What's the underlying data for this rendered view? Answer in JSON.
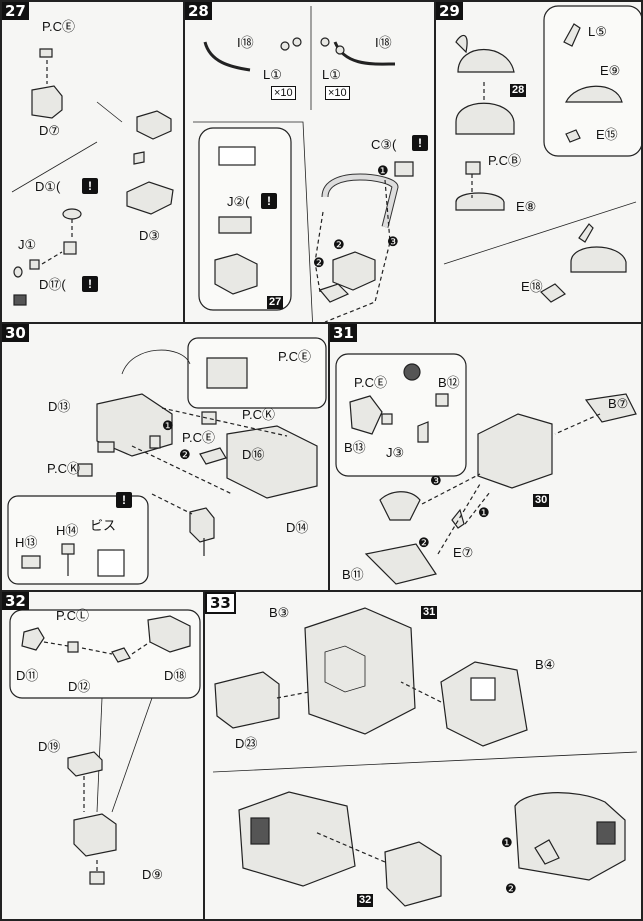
{
  "steps": {
    "s27": {
      "number": "27",
      "labels": [
        "P.CⒺ",
        "D⑦",
        "D①(",
        "D③",
        "J①",
        "D⑰("
      ],
      "warn": "!"
    },
    "s28": {
      "number": "28",
      "labels": [
        "I⑱",
        "L①",
        "×10",
        "I⑱",
        "L①",
        "×10",
        "C③(",
        "J②(",
        "27"
      ],
      "warn": "!",
      "order": [
        "❶",
        "❷",
        "❸",
        "❷"
      ]
    },
    "s29": {
      "number": "29",
      "labels": [
        "L⑤",
        "E⑨",
        "E⑮",
        "28",
        "P.CⒷ",
        "E⑧",
        "E⑱"
      ]
    },
    "s30": {
      "number": "30",
      "labels": [
        "P.CⒺ",
        "D⑬",
        "P.CⓀ",
        "P.CⒺ",
        "D⑯",
        "P.CⓀ",
        "D⑭",
        "H⑬",
        "H⑭",
        "ビス"
      ],
      "warn": "!",
      "order": [
        "❶",
        "❷"
      ]
    },
    "s31": {
      "number": "31",
      "labels": [
        "P.CⒺ",
        "B⑫",
        "B⑬",
        "J③",
        "B⑦",
        "30",
        "E⑦",
        "B⑪"
      ],
      "order": [
        "❸",
        "❷",
        "❶"
      ]
    },
    "s32": {
      "number": "32",
      "labels": [
        "P.CⓁ",
        "D⑪",
        "D⑫",
        "D⑱",
        "D⑲",
        "D⑨"
      ]
    },
    "s33": {
      "number": "33",
      "labels": [
        "B③",
        "31",
        "B④",
        "D㉓",
        "32"
      ],
      "order": [
        "❶",
        "❷"
      ]
    }
  }
}
